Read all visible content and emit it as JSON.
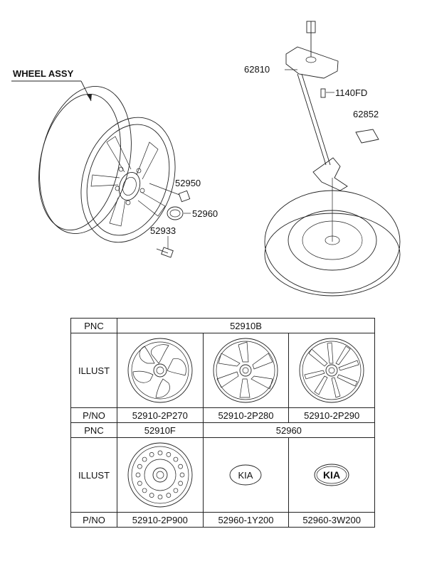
{
  "diagram": {
    "title": "WHEEL ASSY",
    "callouts": {
      "c62810": "62810",
      "c1140fd": "1140FD",
      "c62852": "62852",
      "c52950": "52950",
      "c52960": "52960",
      "c52933": "52933"
    }
  },
  "table": {
    "row_labels": {
      "pnc": "PNC",
      "illust": "ILLUST",
      "pno": "P/NO"
    },
    "group1": {
      "pnc": "52910B",
      "parts": [
        "52910-2P270",
        "52910-2P280",
        "52910-2P290"
      ]
    },
    "group2": {
      "pnc_left": "52910F",
      "pnc_right": "52960",
      "parts": [
        "52910-2P900",
        "52960-1Y200",
        "52960-3W200"
      ]
    },
    "logo_text": "KIA"
  }
}
